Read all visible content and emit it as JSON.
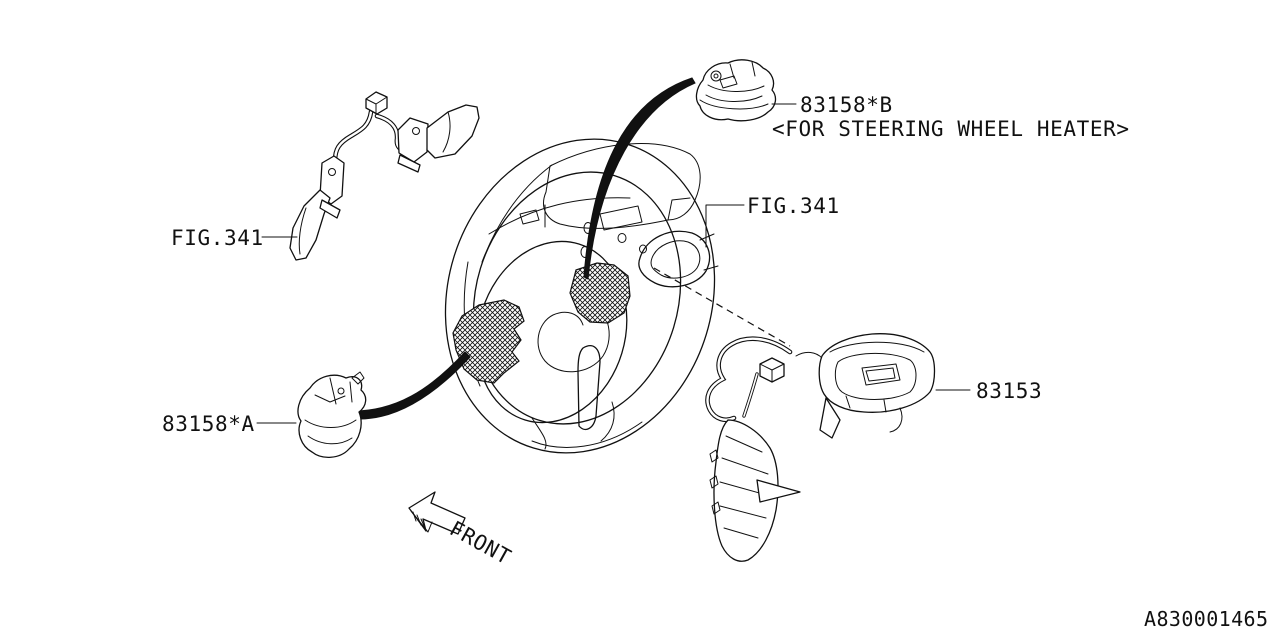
{
  "page": {
    "background": "#ffffff",
    "line_color": "#111111"
  },
  "labels": {
    "part_b": "83158*B",
    "part_b_note": "<FOR STEERING WHEEL HEATER>",
    "fig_left": "FIG.341",
    "fig_right": "FIG.341",
    "part_83153": "83153",
    "part_a": "83158*A",
    "front": "FRONT",
    "doc_number": "A830001465"
  },
  "parts_list": [
    {
      "label": "83158*B",
      "note": "<FOR STEERING WHEEL HEATER>"
    },
    {
      "label": "FIG.341"
    },
    {
      "label": "FIG.341"
    },
    {
      "label": "83153"
    },
    {
      "label": "83158*A"
    }
  ]
}
